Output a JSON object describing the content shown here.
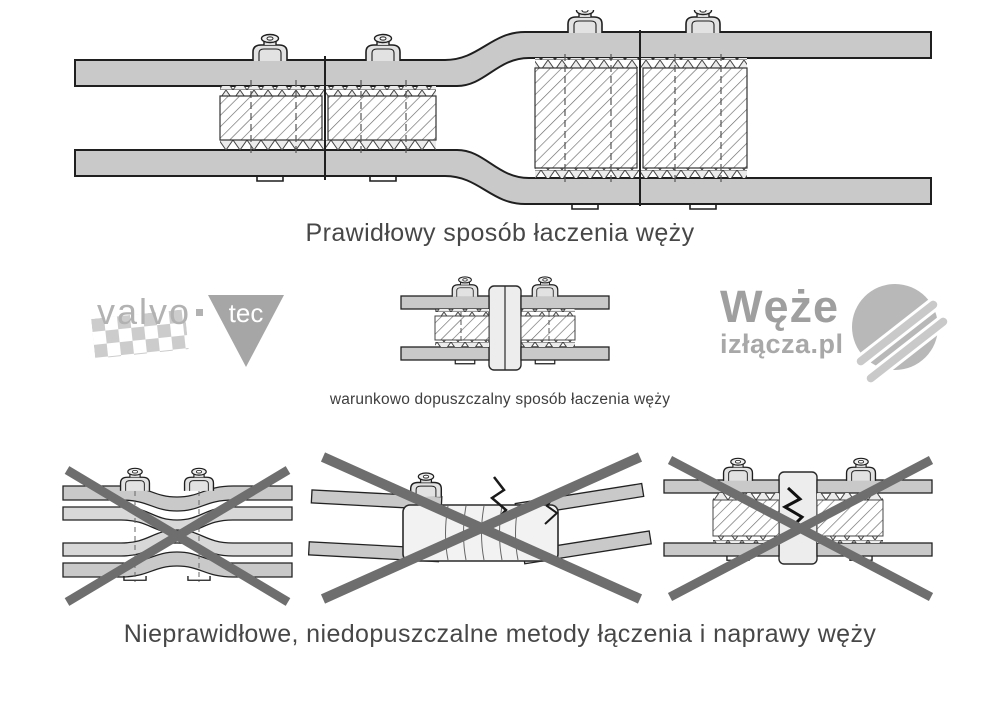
{
  "captions": {
    "correct": "Prawidłowy sposób łaczenia węży",
    "conditional": "warunkowo dopuszczalny sposób łaczenia węży",
    "incorrect": "Nieprawidłowe, niedopuszczalne metody łączenia i naprawy węży"
  },
  "logos": {
    "valvotec": {
      "name": "valvo",
      "suffix": "tec"
    },
    "wezeizlacza": {
      "line1": "Węże",
      "line2": "izłącza.pl"
    }
  },
  "icons": {
    "checkered_flag": "checkered-flag-icon",
    "hose_coil": "hose-coil-icon",
    "hose_clamp": "hose-clamp-icon",
    "cross_out": "cross-out-icon"
  },
  "colors": {
    "background": "#ffffff",
    "hose_fill": "#c9c9c9",
    "outline": "#1f1f1f",
    "cross_gray": "#6e6e6e",
    "caption_text": "#474747",
    "logo_gray": "#a8a8a8"
  }
}
